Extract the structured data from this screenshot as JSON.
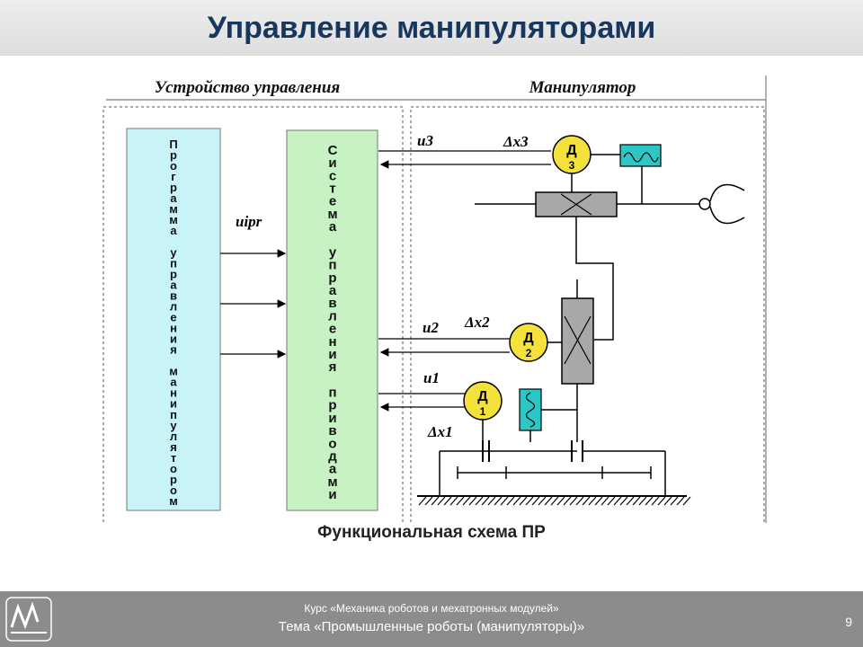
{
  "slide": {
    "title": "Управление манипуляторами",
    "page_number": "9"
  },
  "diagram": {
    "control_device_label": "Устройство управления",
    "manipulator_label": "Манипулятор",
    "program_block_text": "Программа управления манипулятором",
    "drive_system_text": "Система управления приводами",
    "signals": {
      "uipr": "uipr",
      "u3": "u3",
      "u2": "u2",
      "u1": "u1",
      "dx3": "Δx3",
      "dx2": "Δx2",
      "dx1": "Δx1"
    },
    "sensors": {
      "d3_top": "Д",
      "d3_bottom": "3",
      "d2_top": "Д",
      "d2_bottom": "2",
      "d1_top": "Д",
      "d1_bottom": "1"
    },
    "caption": "Функциональная схема ПР",
    "colors": {
      "program_block": "#c8f4f8",
      "drive_block": "#c6f2c4",
      "sensor": "#f5e13b",
      "actuator": "#a8a8a8",
      "feedback_box": "#2bc6c6",
      "title_text": "#17375e"
    }
  },
  "footer": {
    "course": "Курс «Механика роботов и мехатронных модулей»",
    "topic": "Тема «Промышленные роботы (манипуляторы)»"
  }
}
